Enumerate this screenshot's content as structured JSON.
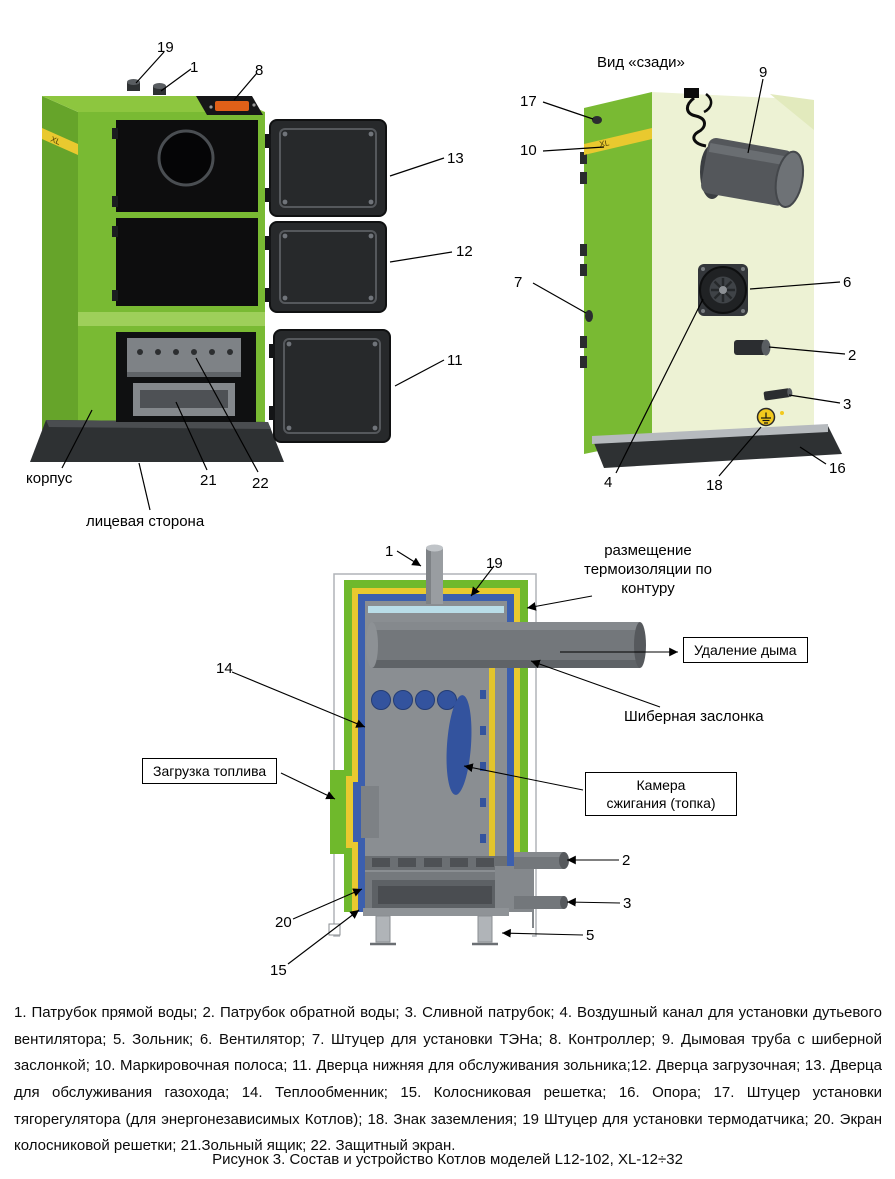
{
  "front_view": {
    "numbers": {
      "n19": "19",
      "n1": "1",
      "n8": "8",
      "n13": "13",
      "n12": "12",
      "n11": "11",
      "n21": "21",
      "n22": "22"
    },
    "korpus_label": "корпус",
    "front_side_label": "лицевая сторона",
    "stripe_text": "XL"
  },
  "rear_view": {
    "title": "Вид «сзади»",
    "stripe_text": "XL",
    "numbers": {
      "n17": "17",
      "n10": "10",
      "n7": "7",
      "n9": "9",
      "n6": "6",
      "n2": "2",
      "n3": "3",
      "n16": "16",
      "n4": "4",
      "n18": "18"
    }
  },
  "section_view": {
    "numbers": {
      "n1": "1",
      "n19": "19",
      "n14": "14",
      "n20": "20",
      "n15": "15",
      "n2": "2",
      "n3": "3",
      "n5": "5"
    },
    "insulation_label": "размещение\nтермоизоляции по\nконтуру",
    "smoke_label": "Удаление дыма",
    "damper_label": "Шиберная заслонка",
    "chamber_label": "Камера\nсжигания (топка)",
    "loading_label": "Загрузка топлива"
  },
  "legend_text": "1. Патрубок  прямой воды;  2. Патрубок обратной воды; 3. Сливной патрубок; 4. Воздушный канал для установки дутьевого  вентилятора; 5. Зольник; 6. Вентилятор; 7. Штуцер для установки ТЭНа; 8. Контроллер; 9. Дымовая труба с шиберной заслонкой; 10. Маркировочная полоса; 11. Дверца нижняя для обслуживания зольника;12. Дверца загрузочная; 13. Дверца для обслуживания газохода; 14. Теплообменник; 15. Колосниковая решетка; 16. Опора; 17. Штуцер установки тягорегулятора (для энергонезависимых Котлов); 18. Знак заземления; 19 Штуцер для установки термодатчика; 20. Экран колосниковой решетки; 21.Зольный ящик; 22. Защитный экран.",
  "caption": "Рисунок 3. Состав и устройство Котлов моделей L12-102, XL-12÷32"
}
